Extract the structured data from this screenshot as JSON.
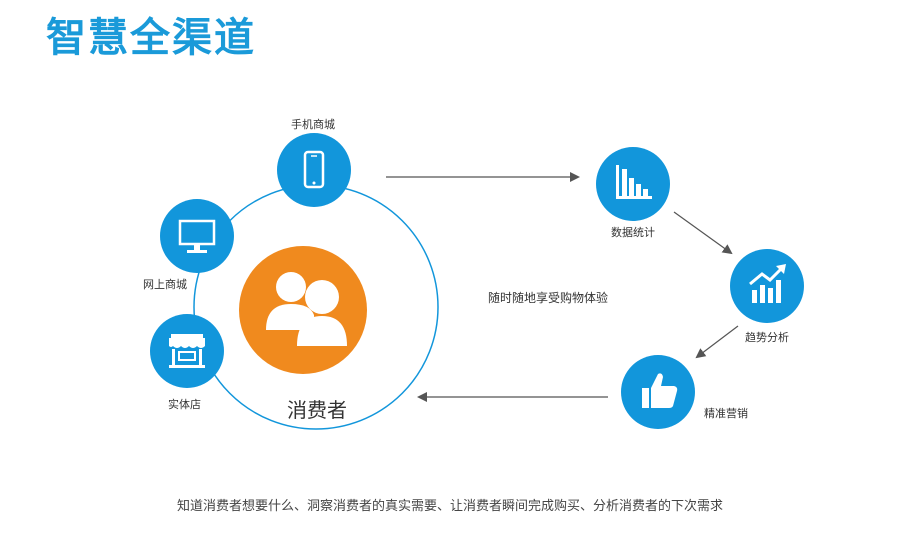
{
  "title": "智慧全渠道",
  "center": {
    "label": "消费者",
    "icon": "users-icon",
    "color": "#f08a1e"
  },
  "channels": [
    {
      "label": "手机商城",
      "icon": "smartphone-icon"
    },
    {
      "label": "网上商城",
      "icon": "monitor-icon"
    },
    {
      "label": "实体店",
      "icon": "storefront-icon"
    }
  ],
  "cycle": [
    {
      "label": "数据统计",
      "icon": "bar-chart-icon"
    },
    {
      "label": "趋势分析",
      "icon": "trend-up-chart-icon"
    },
    {
      "label": "精准营销",
      "icon": "thumbs-up-icon"
    }
  ],
  "experience_text": "随时随地享受购物体验",
  "bottom_text": "知道消费者想要什么、洞察消费者的真实需要、让消费者瞬间完成购买、分析消费者的下次需求",
  "colors": {
    "accent": "#1a9ad9",
    "node": "#1296db",
    "center": "#f08a1e",
    "arrow": "#555555"
  }
}
